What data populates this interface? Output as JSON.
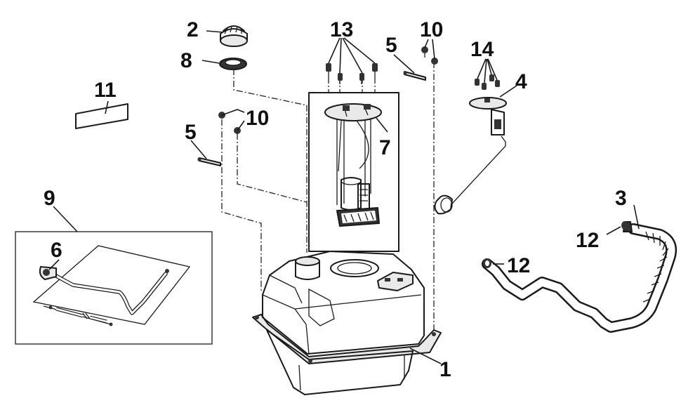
{
  "diagram": {
    "type": "exploded-parts-diagram",
    "callouts": [
      {
        "id": "c1",
        "label": "1",
        "part": "fuel-tank"
      },
      {
        "id": "c2",
        "label": "2",
        "part": "fuel-cap"
      },
      {
        "id": "c3",
        "label": "3",
        "part": "fuel-hose-right"
      },
      {
        "id": "c4",
        "label": "4",
        "part": "fuel-level-sender"
      },
      {
        "id": "c5a",
        "label": "5",
        "part": "tank-mount-bolt-left"
      },
      {
        "id": "c5b",
        "label": "5",
        "part": "tank-mount-bolt-top"
      },
      {
        "id": "c6",
        "label": "6",
        "part": "breather-valve"
      },
      {
        "id": "c7",
        "label": "7",
        "part": "fuel-pump-assembly"
      },
      {
        "id": "c8",
        "label": "8",
        "part": "cap-gasket"
      },
      {
        "id": "c9",
        "label": "9",
        "part": "breather-hose-kit"
      },
      {
        "id": "c10a",
        "label": "10",
        "part": "nut-left"
      },
      {
        "id": "c10b",
        "label": "10",
        "part": "nut-top"
      },
      {
        "id": "c11",
        "label": "11",
        "part": "label-plate"
      },
      {
        "id": "c12a",
        "label": "12",
        "part": "hose-clamp-right"
      },
      {
        "id": "c12b",
        "label": "12",
        "part": "hose-clamp-center"
      },
      {
        "id": "c13",
        "label": "13",
        "part": "pump-screws"
      },
      {
        "id": "c14",
        "label": "14",
        "part": "sender-screws"
      }
    ]
  }
}
